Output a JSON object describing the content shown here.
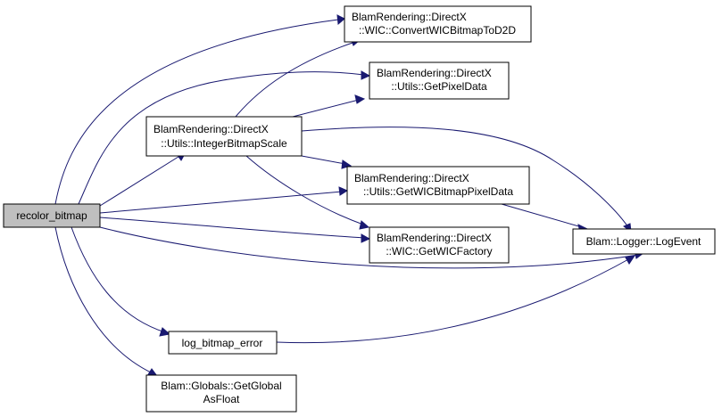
{
  "nodes": {
    "recolor_bitmap": {
      "lines": [
        "recolor_bitmap"
      ]
    },
    "convert_wic_bitmap_to_d2d": {
      "lines": [
        "BlamRendering::DirectX",
        "::WIC::ConvertWICBitmapToD2D"
      ]
    },
    "get_pixel_data": {
      "lines": [
        "BlamRendering::DirectX",
        "::Utils::GetPixelData"
      ]
    },
    "integer_bitmap_scale": {
      "lines": [
        "BlamRendering::DirectX",
        "::Utils::IntegerBitmapScale"
      ]
    },
    "get_wic_bitmap_pixel_data": {
      "lines": [
        "BlamRendering::DirectX",
        "::Utils::GetWICBitmapPixelData"
      ]
    },
    "get_wic_factory": {
      "lines": [
        "BlamRendering::DirectX",
        "::WIC::GetWICFactory"
      ]
    },
    "logger_log_event": {
      "lines": [
        "Blam::Logger::LogEvent"
      ]
    },
    "log_bitmap_error": {
      "lines": [
        "log_bitmap_error"
      ]
    },
    "globals_get_global_as_float": {
      "lines": [
        "Blam::Globals::GetGlobal",
        "AsFloat"
      ]
    }
  },
  "edges": [
    {
      "from": "recolor_bitmap",
      "to": "convert_wic_bitmap_to_d2d"
    },
    {
      "from": "recolor_bitmap",
      "to": "get_pixel_data"
    },
    {
      "from": "recolor_bitmap",
      "to": "integer_bitmap_scale"
    },
    {
      "from": "recolor_bitmap",
      "to": "get_wic_bitmap_pixel_data"
    },
    {
      "from": "recolor_bitmap",
      "to": "get_wic_factory"
    },
    {
      "from": "recolor_bitmap",
      "to": "logger_log_event"
    },
    {
      "from": "recolor_bitmap",
      "to": "log_bitmap_error"
    },
    {
      "from": "recolor_bitmap",
      "to": "globals_get_global_as_float"
    },
    {
      "from": "integer_bitmap_scale",
      "to": "convert_wic_bitmap_to_d2d"
    },
    {
      "from": "integer_bitmap_scale",
      "to": "get_pixel_data"
    },
    {
      "from": "integer_bitmap_scale",
      "to": "get_wic_bitmap_pixel_data"
    },
    {
      "from": "integer_bitmap_scale",
      "to": "get_wic_factory"
    },
    {
      "from": "integer_bitmap_scale",
      "to": "logger_log_event"
    },
    {
      "from": "get_wic_bitmap_pixel_data",
      "to": "logger_log_event"
    },
    {
      "from": "log_bitmap_error",
      "to": "logger_log_event"
    }
  ],
  "colors": {
    "edge": "#191970",
    "current_node_fill": "#bfbfbf"
  }
}
